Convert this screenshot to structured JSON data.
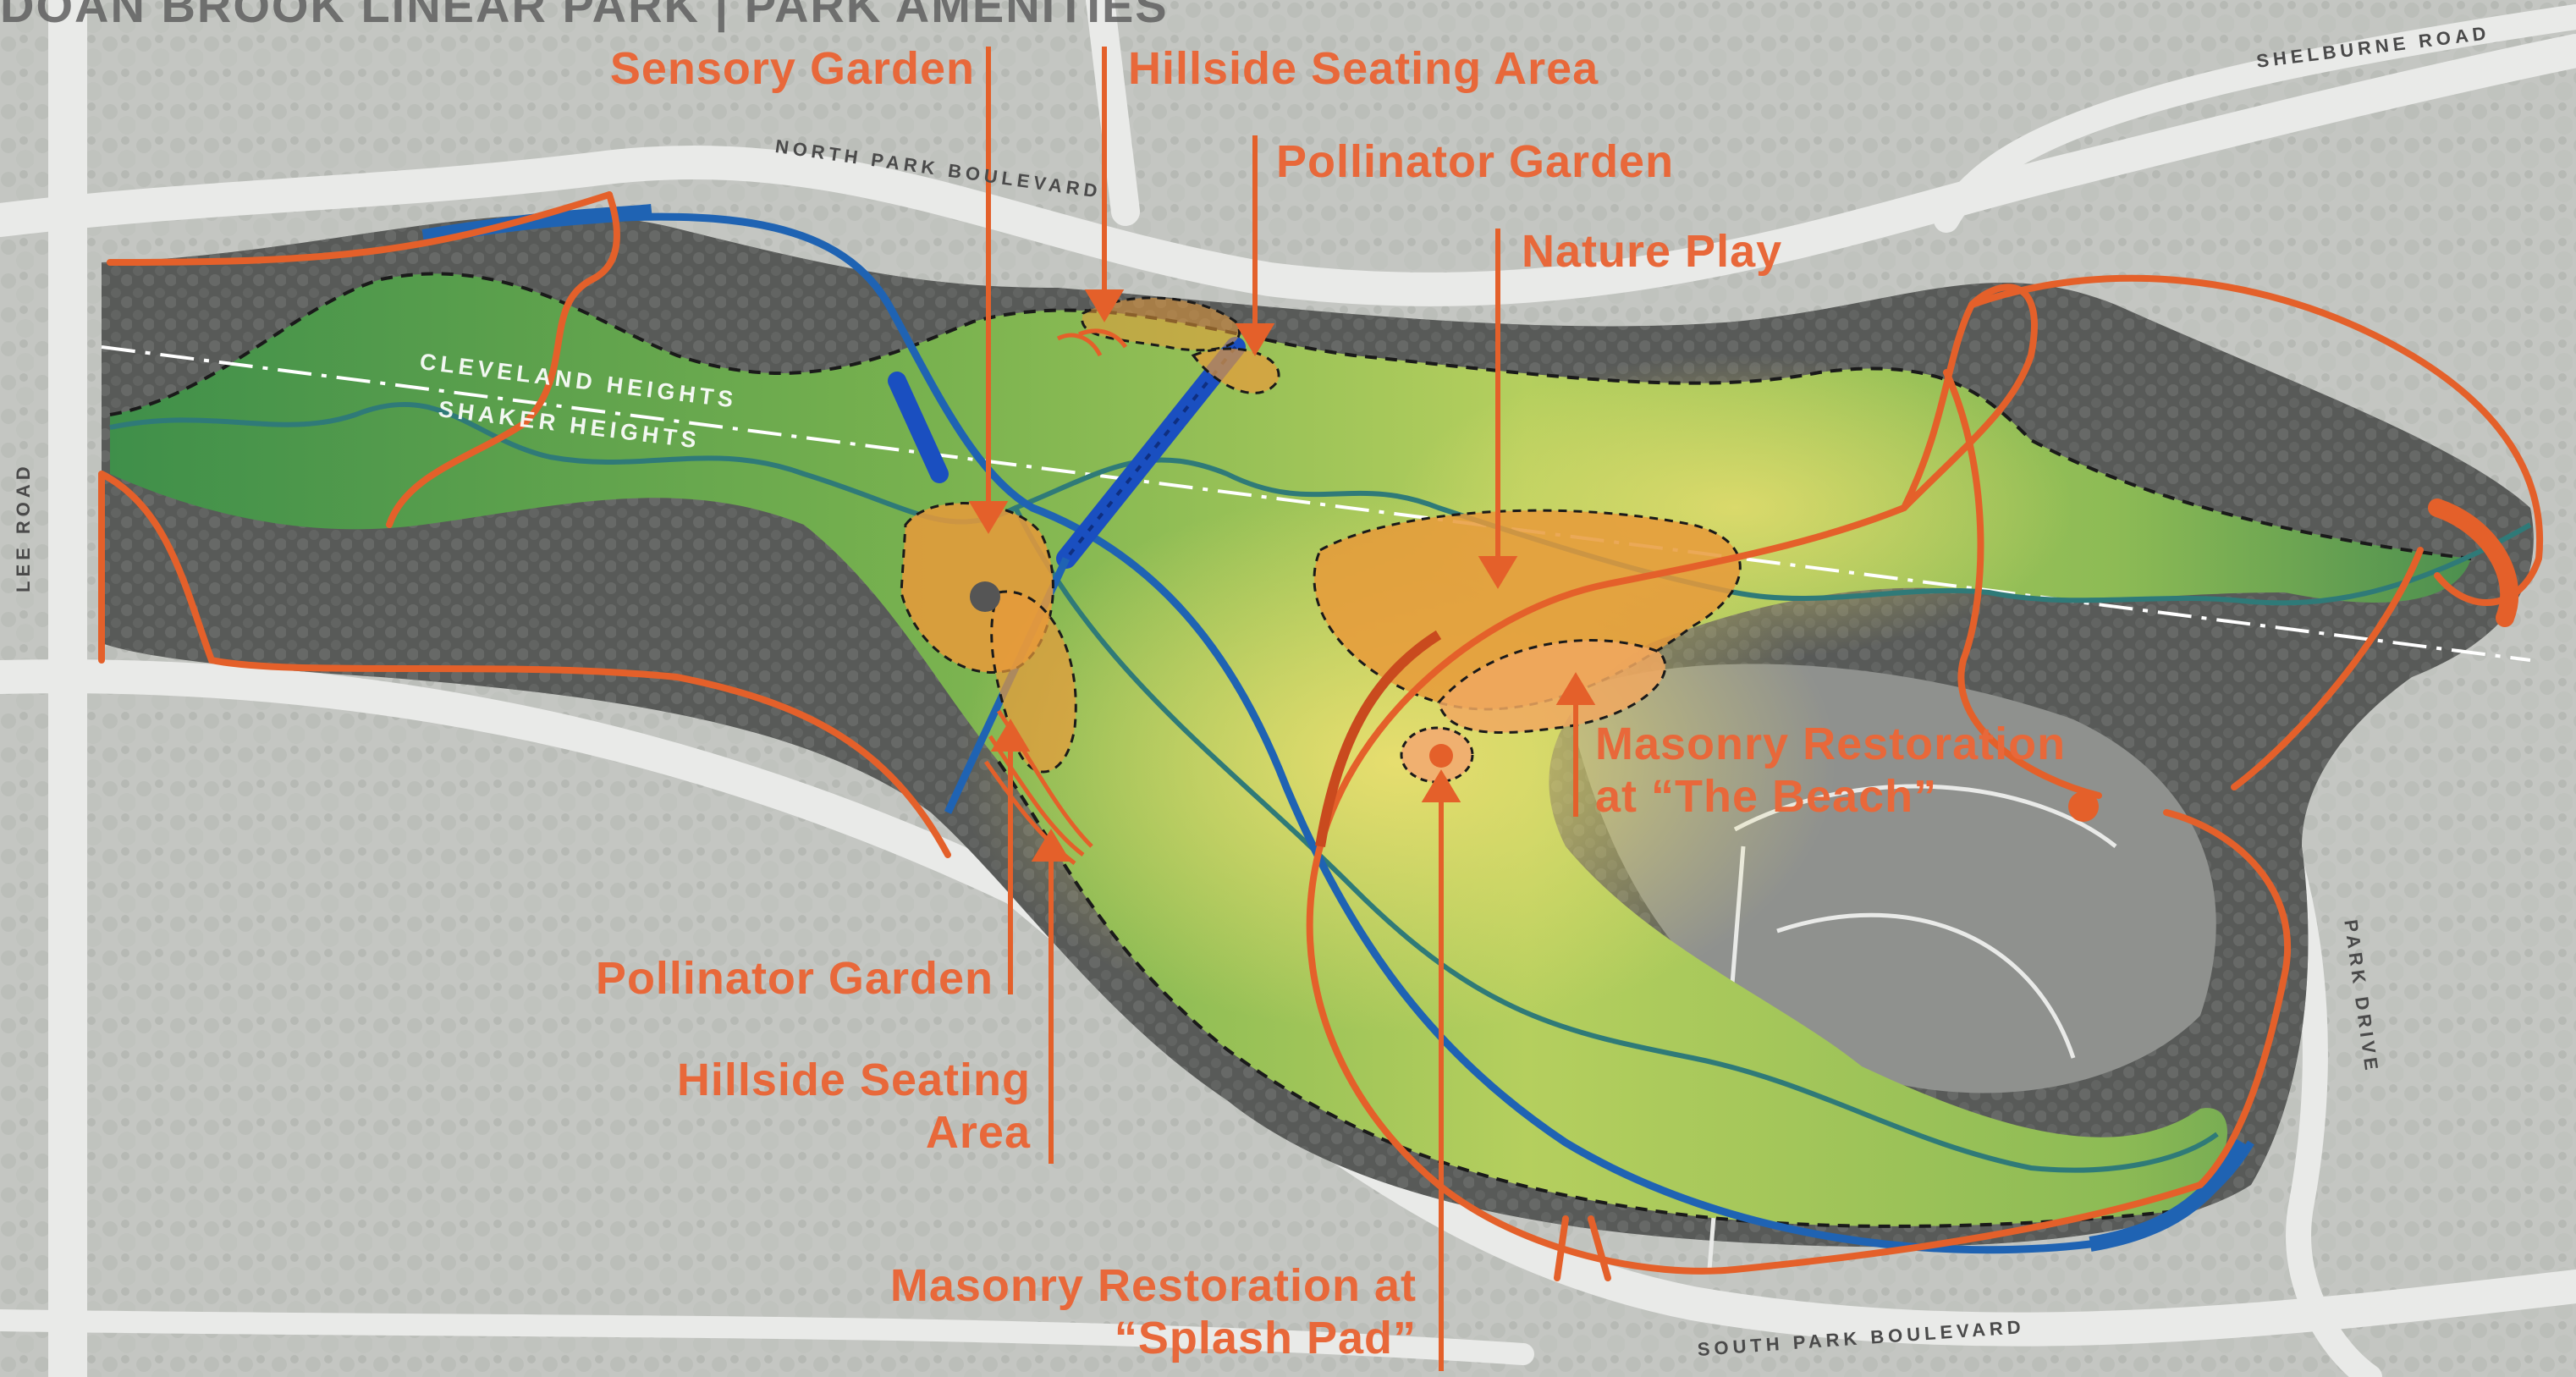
{
  "header": {
    "text": "DOAN BROOK LINEAR PARK | PARK AMENITIES"
  },
  "streets": {
    "north_park_blvd": "NORTH PARK BOULEVARD",
    "south_park_blvd": "SOUTH PARK BOULEVARD",
    "shelburne_road": "SHELBURNE ROAD",
    "lee_road": "LEE ROAD",
    "park_drive": "PARK DRIVE"
  },
  "municipal_boundary": {
    "north_side": "CLEVELAND HEIGHTS",
    "south_side": "SHAKER HEIGHTS"
  },
  "amenities": {
    "sensory_garden": "Sensory Garden",
    "hillside_seating_north": "Hillside Seating Area",
    "pollinator_garden_north": "Pollinator Garden",
    "nature_play": "Nature Play",
    "masonry_beach_line1": "Masonry Restoration",
    "masonry_beach_line2": "at “The Beach”",
    "pollinator_garden_south": "Pollinator Garden",
    "hillside_seating_south_line1": "Hillside Seating",
    "hillside_seating_south_line2": "Area",
    "masonry_splash_line1": "Masonry Restoration at",
    "masonry_splash_line2": "“Splash Pad”"
  },
  "colors": {
    "annotation": "#e8683a",
    "trail_orange": "#e4602a",
    "stream_blue": "#1f63b3",
    "bridge_blue": "#1a4fc0",
    "amenity_fill": "#e89a3a",
    "park_green": "#6faa4d",
    "meadow_yellow": "#d7d96a",
    "woodland_gray": "#5a5c5a",
    "background_aerial": "#c9cbc8"
  },
  "icons": {
    "amenity_point": "orange-dot-icon"
  }
}
